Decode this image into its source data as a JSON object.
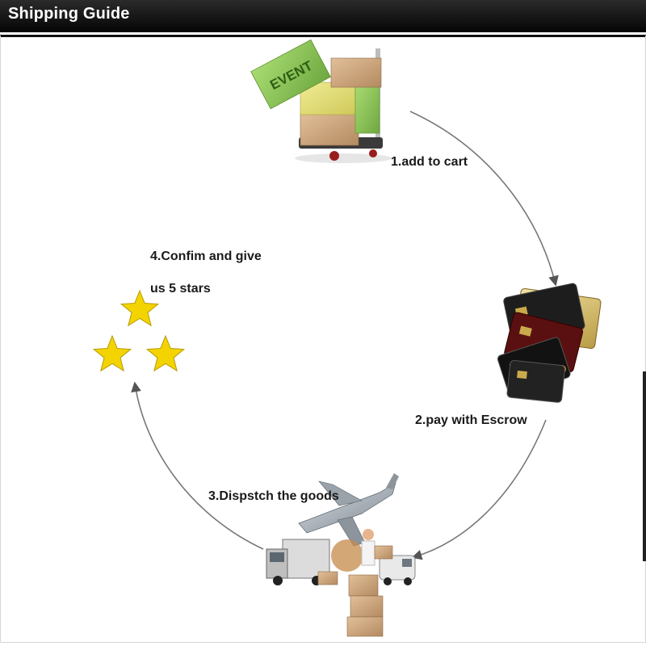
{
  "header": {
    "title": "Shipping Guide"
  },
  "steps": {
    "step1": "1.add to cart",
    "step2": "2.pay with Escrow",
    "step3": "3.Dispstch the goods",
    "step4_line1": "4.Confim and give",
    "step4_line2": "us 5 stars"
  },
  "cart": {
    "event_badge": "EVENT"
  },
  "colors": {
    "header_bg": "#0a0a0a",
    "arrow": "#777777",
    "star_fill": "#f4d400",
    "box_tan": "#c9a47e",
    "box_yellow": "#e7e07a",
    "box_green": "#8fc45a"
  }
}
